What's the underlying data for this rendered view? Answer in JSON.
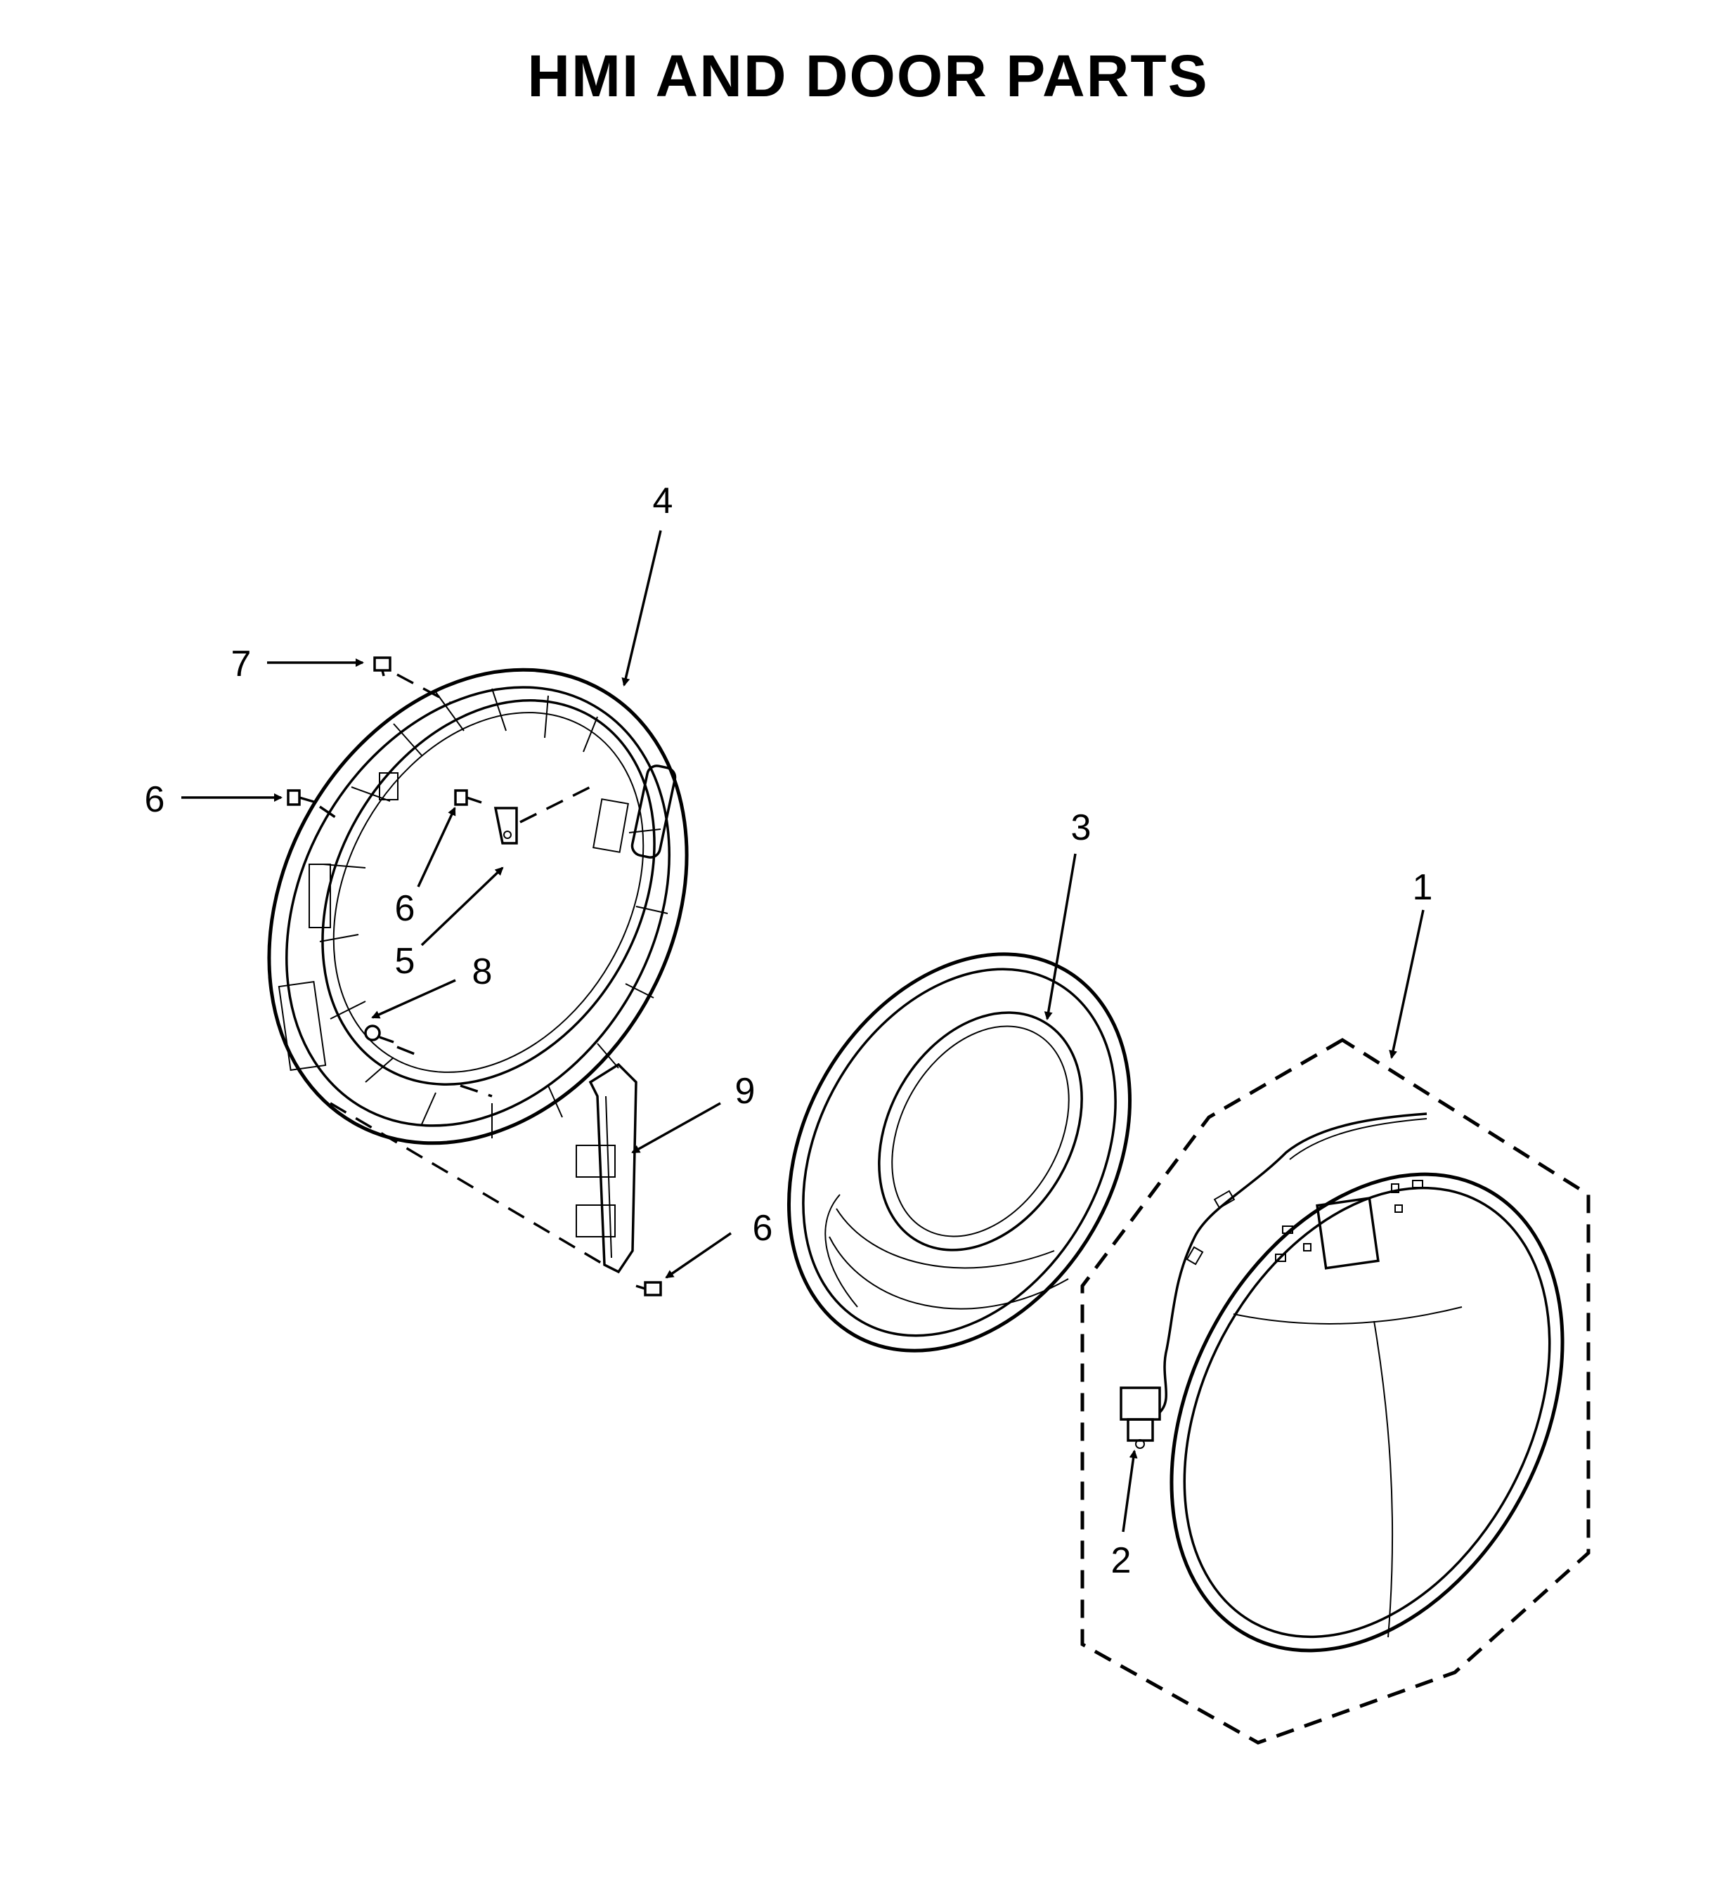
{
  "title": "HMI AND DOOR PARTS",
  "callouts": [
    {
      "id": "c4",
      "label": "4",
      "part": "door-frame-ring"
    },
    {
      "id": "c7",
      "label": "7",
      "part": "screw-top"
    },
    {
      "id": "c6a",
      "label": "6",
      "part": "screw-left"
    },
    {
      "id": "c6b",
      "label": "6",
      "part": "screw-inner"
    },
    {
      "id": "c5",
      "label": "5",
      "part": "hinge-bracket-small"
    },
    {
      "id": "c8",
      "label": "8",
      "part": "screw-lower"
    },
    {
      "id": "c9",
      "label": "9",
      "part": "hinge"
    },
    {
      "id": "c6c",
      "label": "6",
      "part": "screw-hinge"
    },
    {
      "id": "c3",
      "label": "3",
      "part": "door-glass"
    },
    {
      "id": "c1",
      "label": "1",
      "part": "hmi-door-assembly"
    },
    {
      "id": "c2",
      "label": "2",
      "part": "door-switch"
    }
  ],
  "colors": {
    "line": "#000000",
    "background": "#ffffff"
  }
}
